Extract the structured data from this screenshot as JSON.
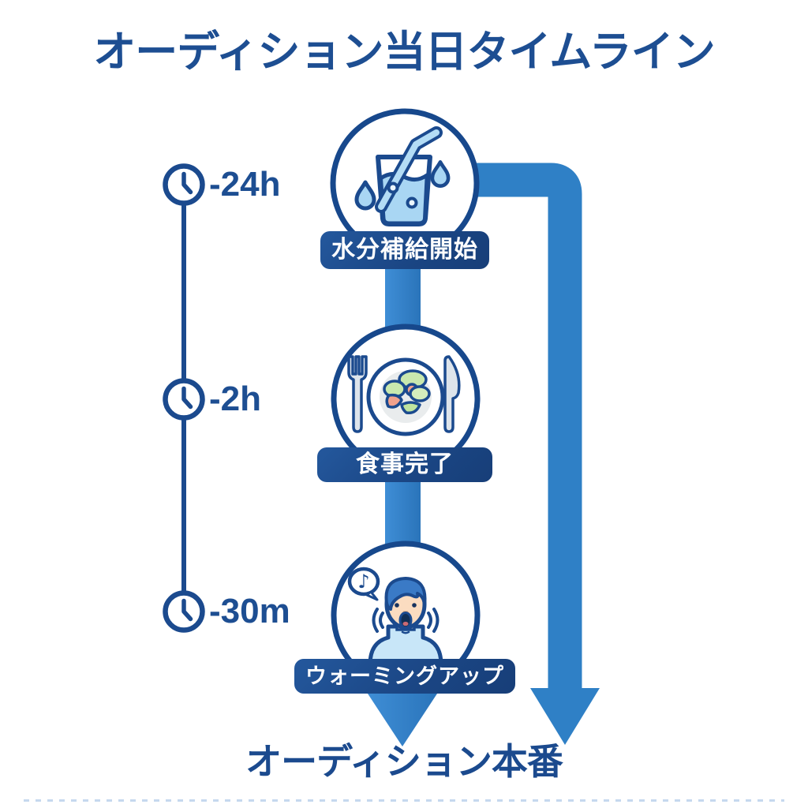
{
  "title": "オーディション当日タイムライン",
  "timeline": {
    "markers": [
      {
        "time": "-24h",
        "icon": "clock-icon"
      },
      {
        "time": "-2h",
        "icon": "clock-icon"
      },
      {
        "time": "-30m",
        "icon": "clock-icon"
      }
    ],
    "stages": [
      {
        "label": "水分補給開始",
        "icon": "water-glass-icon"
      },
      {
        "label": "食事完了",
        "icon": "meal-plate-icon"
      },
      {
        "label": "ウォーミングアップ",
        "icon": "vocal-warmup-icon"
      }
    ],
    "end_label": "オーディション本番"
  },
  "icons": {
    "speech_bubble_note": "♪"
  },
  "colors": {
    "navy_outline": "#1b4a8e",
    "title_text": "#1d4e92",
    "label_background": "#1c5096",
    "flow_blue": "#2f80c6",
    "flow_blue_light": "#3f8ed6",
    "light_blue_fill": "#a9d6f3",
    "straw_blue": "#b3dcf5",
    "salad_green": "#c9e8ae",
    "salmon": "#f0a18c",
    "plate_inner_gray": "#e9eced",
    "cutlery_gray": "#dde4eb",
    "skin": "#fbdcc0",
    "hair_blue": "#3a7ac6",
    "shirt_blue": "#c8e6f8"
  }
}
